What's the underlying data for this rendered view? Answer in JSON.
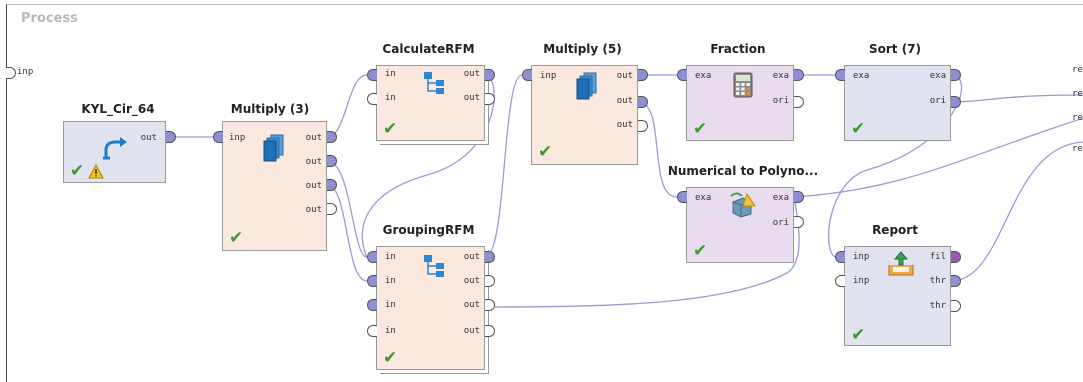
{
  "panel": {
    "title": "Process"
  },
  "process_inputs": [
    "inp"
  ],
  "process_outputs": [
    "res",
    "res",
    "res",
    "res"
  ],
  "operators": {
    "kyl": {
      "title": "KYL_Cir_64",
      "outs": [
        "out"
      ]
    },
    "mult3": {
      "title": "Multiply (3)",
      "ins": [
        "inp"
      ],
      "outs": [
        "out",
        "out",
        "out",
        "out"
      ]
    },
    "calcrfm": {
      "title": "CalculateRFM",
      "ins": [
        "in",
        "in"
      ],
      "outs": [
        "out",
        "out"
      ]
    },
    "grouping": {
      "title": "GroupingRFM",
      "ins": [
        "in",
        "in",
        "in",
        "in"
      ],
      "outs": [
        "out",
        "out",
        "out",
        "out"
      ]
    },
    "mult5": {
      "title": "Multiply (5)",
      "ins": [
        "inp"
      ],
      "outs": [
        "out",
        "out",
        "out"
      ]
    },
    "fraction": {
      "title": "Fraction",
      "ins": [
        "exa"
      ],
      "outs": [
        "exa",
        "ori"
      ]
    },
    "numpoly": {
      "title": "Numerical to Polyno...",
      "ins": [
        "exa"
      ],
      "outs": [
        "exa",
        "ori"
      ]
    },
    "sort": {
      "title": "Sort (7)",
      "ins": [
        "exa"
      ],
      "outs": [
        "exa",
        "ori"
      ]
    },
    "report": {
      "title": "Report",
      "ins": [
        "inp",
        "inp"
      ],
      "outs": [
        "fil",
        "thr",
        "thr"
      ]
    }
  },
  "colors": {
    "wire": "#9d99d6",
    "check": "#3c9a2c",
    "data_port": "#8f8fd6",
    "file_port": "#9b59b6"
  }
}
